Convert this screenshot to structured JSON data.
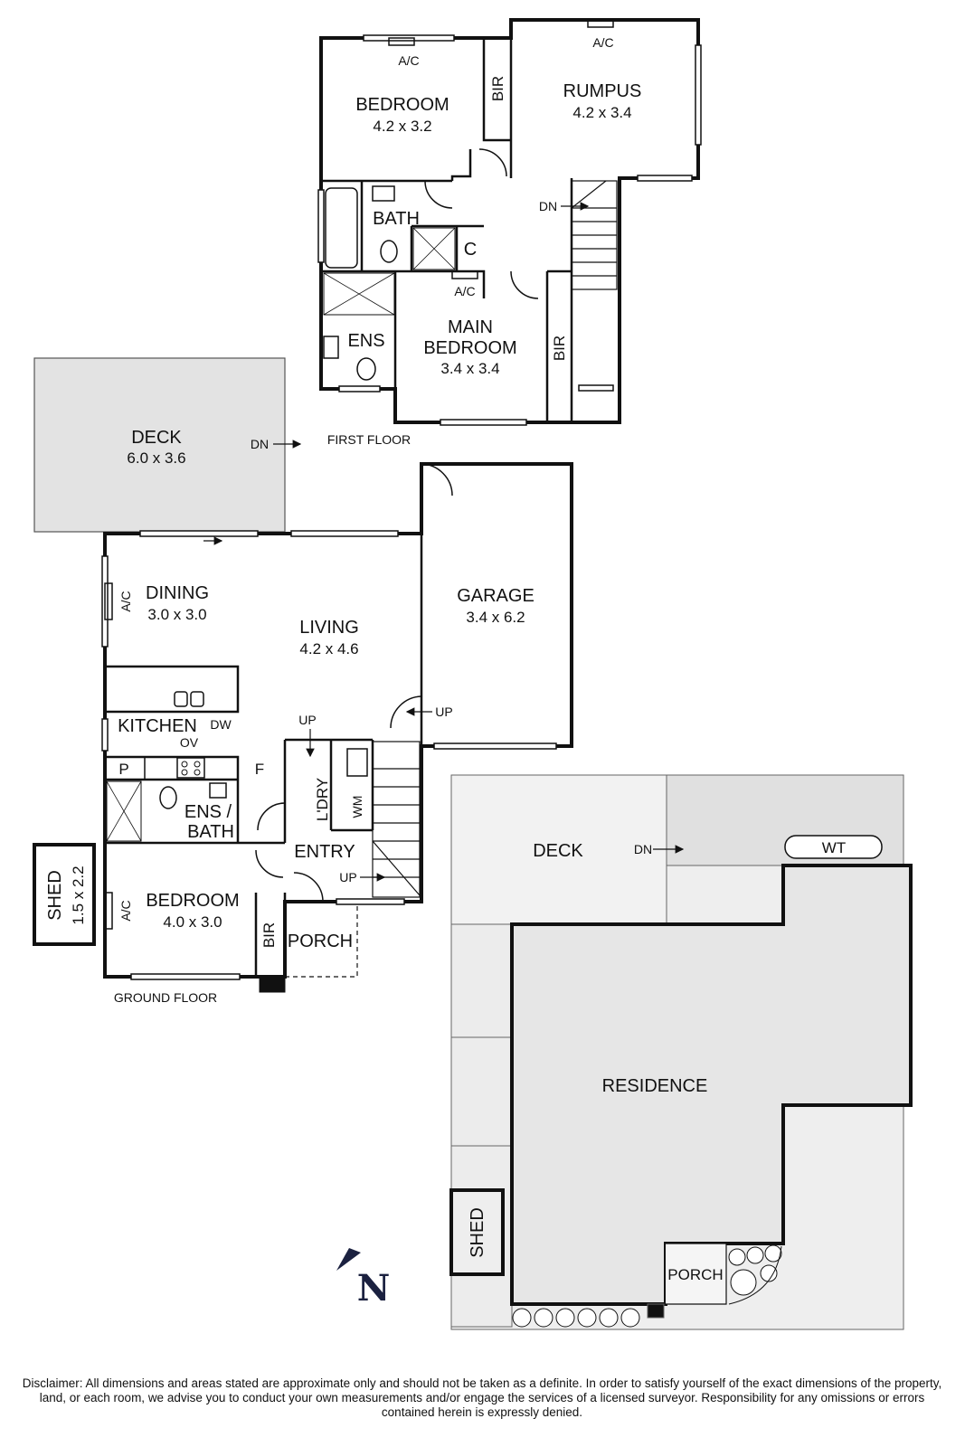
{
  "colors": {
    "wall": "#111111",
    "deck_fill": "#e3e3e3",
    "site_fill": "#eeeeee",
    "north_arrow": "#1b2140"
  },
  "first_floor": {
    "label": "FIRST FLOOR",
    "bedroom": {
      "name": "BEDROOM",
      "dims": "4.2 x 3.2"
    },
    "rumpus": {
      "name": "RUMPUS",
      "dims": "4.2 x 3.4"
    },
    "bath": "BATH",
    "cupboard": "C",
    "bir_1": "BIR",
    "bir_2": "BIR",
    "ac_1": "A/C",
    "ac_2": "A/C",
    "ac_3": "A/C",
    "stair_dn": "DN",
    "ensuite": "ENS",
    "main_bedroom": {
      "name_line1": "MAIN",
      "name_line2": "BEDROOM",
      "dims": "3.4 x 3.4"
    },
    "deck": {
      "name": "DECK",
      "dims": "6.0 x 3.6",
      "dn": "DN"
    }
  },
  "ground_floor": {
    "label": "GROUND FLOOR",
    "dining": {
      "name": "DINING",
      "dims": "3.0 x 3.0"
    },
    "living": {
      "name": "LIVING",
      "dims": "4.2 x 4.6"
    },
    "garage": {
      "name": "GARAGE",
      "dims": "3.4 x 6.2",
      "up": "UP"
    },
    "kitchen": "KITCHEN",
    "dw": "DW",
    "ov": "OV",
    "pantry": "P",
    "fridge": "F",
    "up_1": "UP",
    "up_2": "UP",
    "laundry": "L'DRY",
    "wm": "WM",
    "ens_bath_line1": "ENS /",
    "ens_bath_line2": "BATH",
    "entry": "ENTRY",
    "bedroom": {
      "name": "BEDROOM",
      "dims": "4.0 x 3.0"
    },
    "bir": "BIR",
    "porch": "PORCH",
    "ac_dining": "A/C",
    "ac_bedroom": "A/C",
    "shed": {
      "name": "SHED",
      "dims": "1.5 x 2.2"
    }
  },
  "site_plan": {
    "deck": "DECK",
    "dn": "DN",
    "wt": "WT",
    "residence": "RESIDENCE",
    "shed": "SHED",
    "porch": "PORCH"
  },
  "north": "N",
  "disclaimer": "Disclaimer: All dimensions and areas stated are approximate only and should not be taken as a definite. In order to satisfy yourself of the exact dimensions of the property, land, or each room, we advise you to conduct your own measurements and/or engage the services of a licensed surveyor. Responsibility for any omissions or errors contained herein is expressly denied."
}
